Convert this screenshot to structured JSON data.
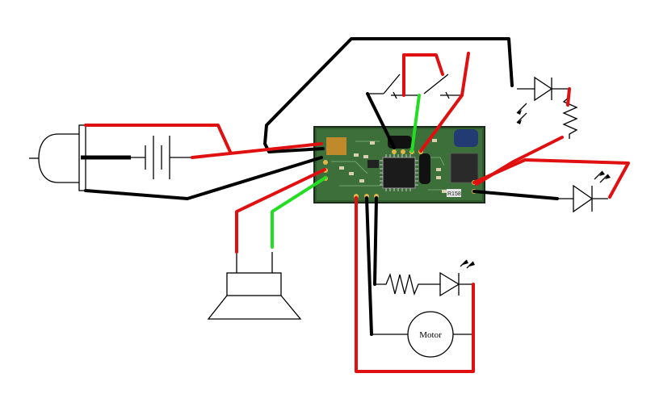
{
  "diagram": {
    "components": {
      "battery": "battery",
      "plug": "dc-plug",
      "speaker": "speaker",
      "motor": "motor",
      "switches": "push-switches",
      "pcb": "controller-board",
      "leds": "led-indicators",
      "resistors": "resistors"
    },
    "labels": {
      "motor": "Motor",
      "pcb_marking": "R158"
    },
    "colors": {
      "red_wire": "#e01010",
      "black_wire": "#000000",
      "green_wire": "#22dd22",
      "pcb": "#2f5e2e"
    }
  }
}
